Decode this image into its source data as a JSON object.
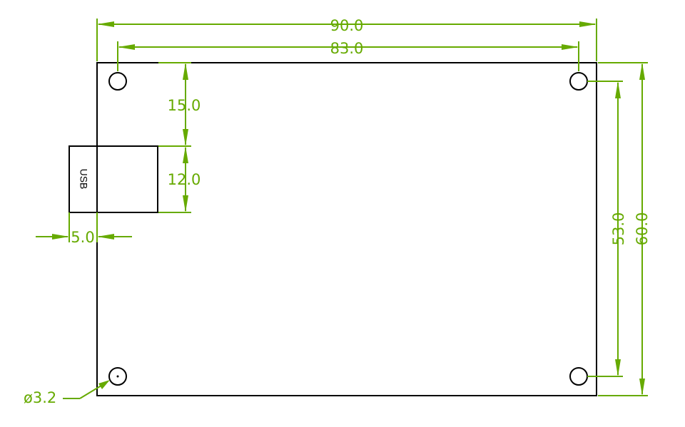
{
  "board": {
    "usb_label": "USB"
  },
  "dimensions": {
    "overall_width": "90.0",
    "hole_spacing_x": "83.0",
    "hole_spacing_y": "53.0",
    "overall_height": "60.0",
    "usb_offset_top": "15.0",
    "usb_width": "12.0",
    "usb_protrusion": "5.0",
    "hole_diameter": "ø3.2"
  },
  "colors": {
    "dimension": "#66aa00",
    "outline": "#000000"
  }
}
